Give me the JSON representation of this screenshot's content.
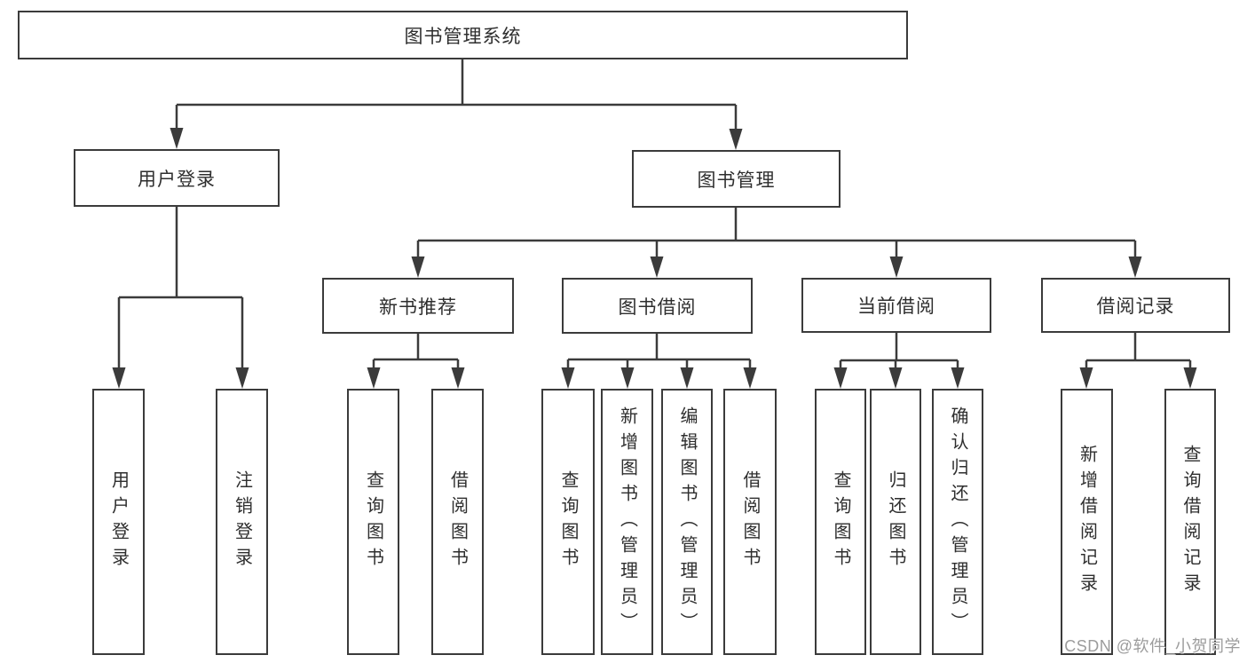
{
  "diagram": {
    "root": {
      "label": "图书管理系统"
    },
    "branches": [
      {
        "label": "用户登录",
        "children": [
          "用户登录",
          "注销登录"
        ]
      },
      {
        "label": "图书管理",
        "children": [
          {
            "label": "新书推荐",
            "children": [
              "查询图书",
              "借阅图书"
            ]
          },
          {
            "label": "图书借阅",
            "children": [
              "查询图书",
              "新增图书（管理员）",
              "编辑图书（管理员）",
              "借阅图书"
            ]
          },
          {
            "label": "当前借阅",
            "children": [
              "查询图书",
              "归还图书",
              "确认归还（管理员）"
            ]
          },
          {
            "label": "借阅记录",
            "children": [
              "新增借阅记录",
              "查询借阅记录"
            ]
          }
        ]
      }
    ],
    "colors": {
      "line": "#3b3b3b",
      "box_border": "#3b3b3b",
      "box_fill": "#ffffff",
      "text": "#2e2e2e",
      "watermark": "#9c9c9c",
      "background": "#ffffff"
    }
  },
  "watermark": {
    "text": "CSDN @软件_小贺同学"
  }
}
